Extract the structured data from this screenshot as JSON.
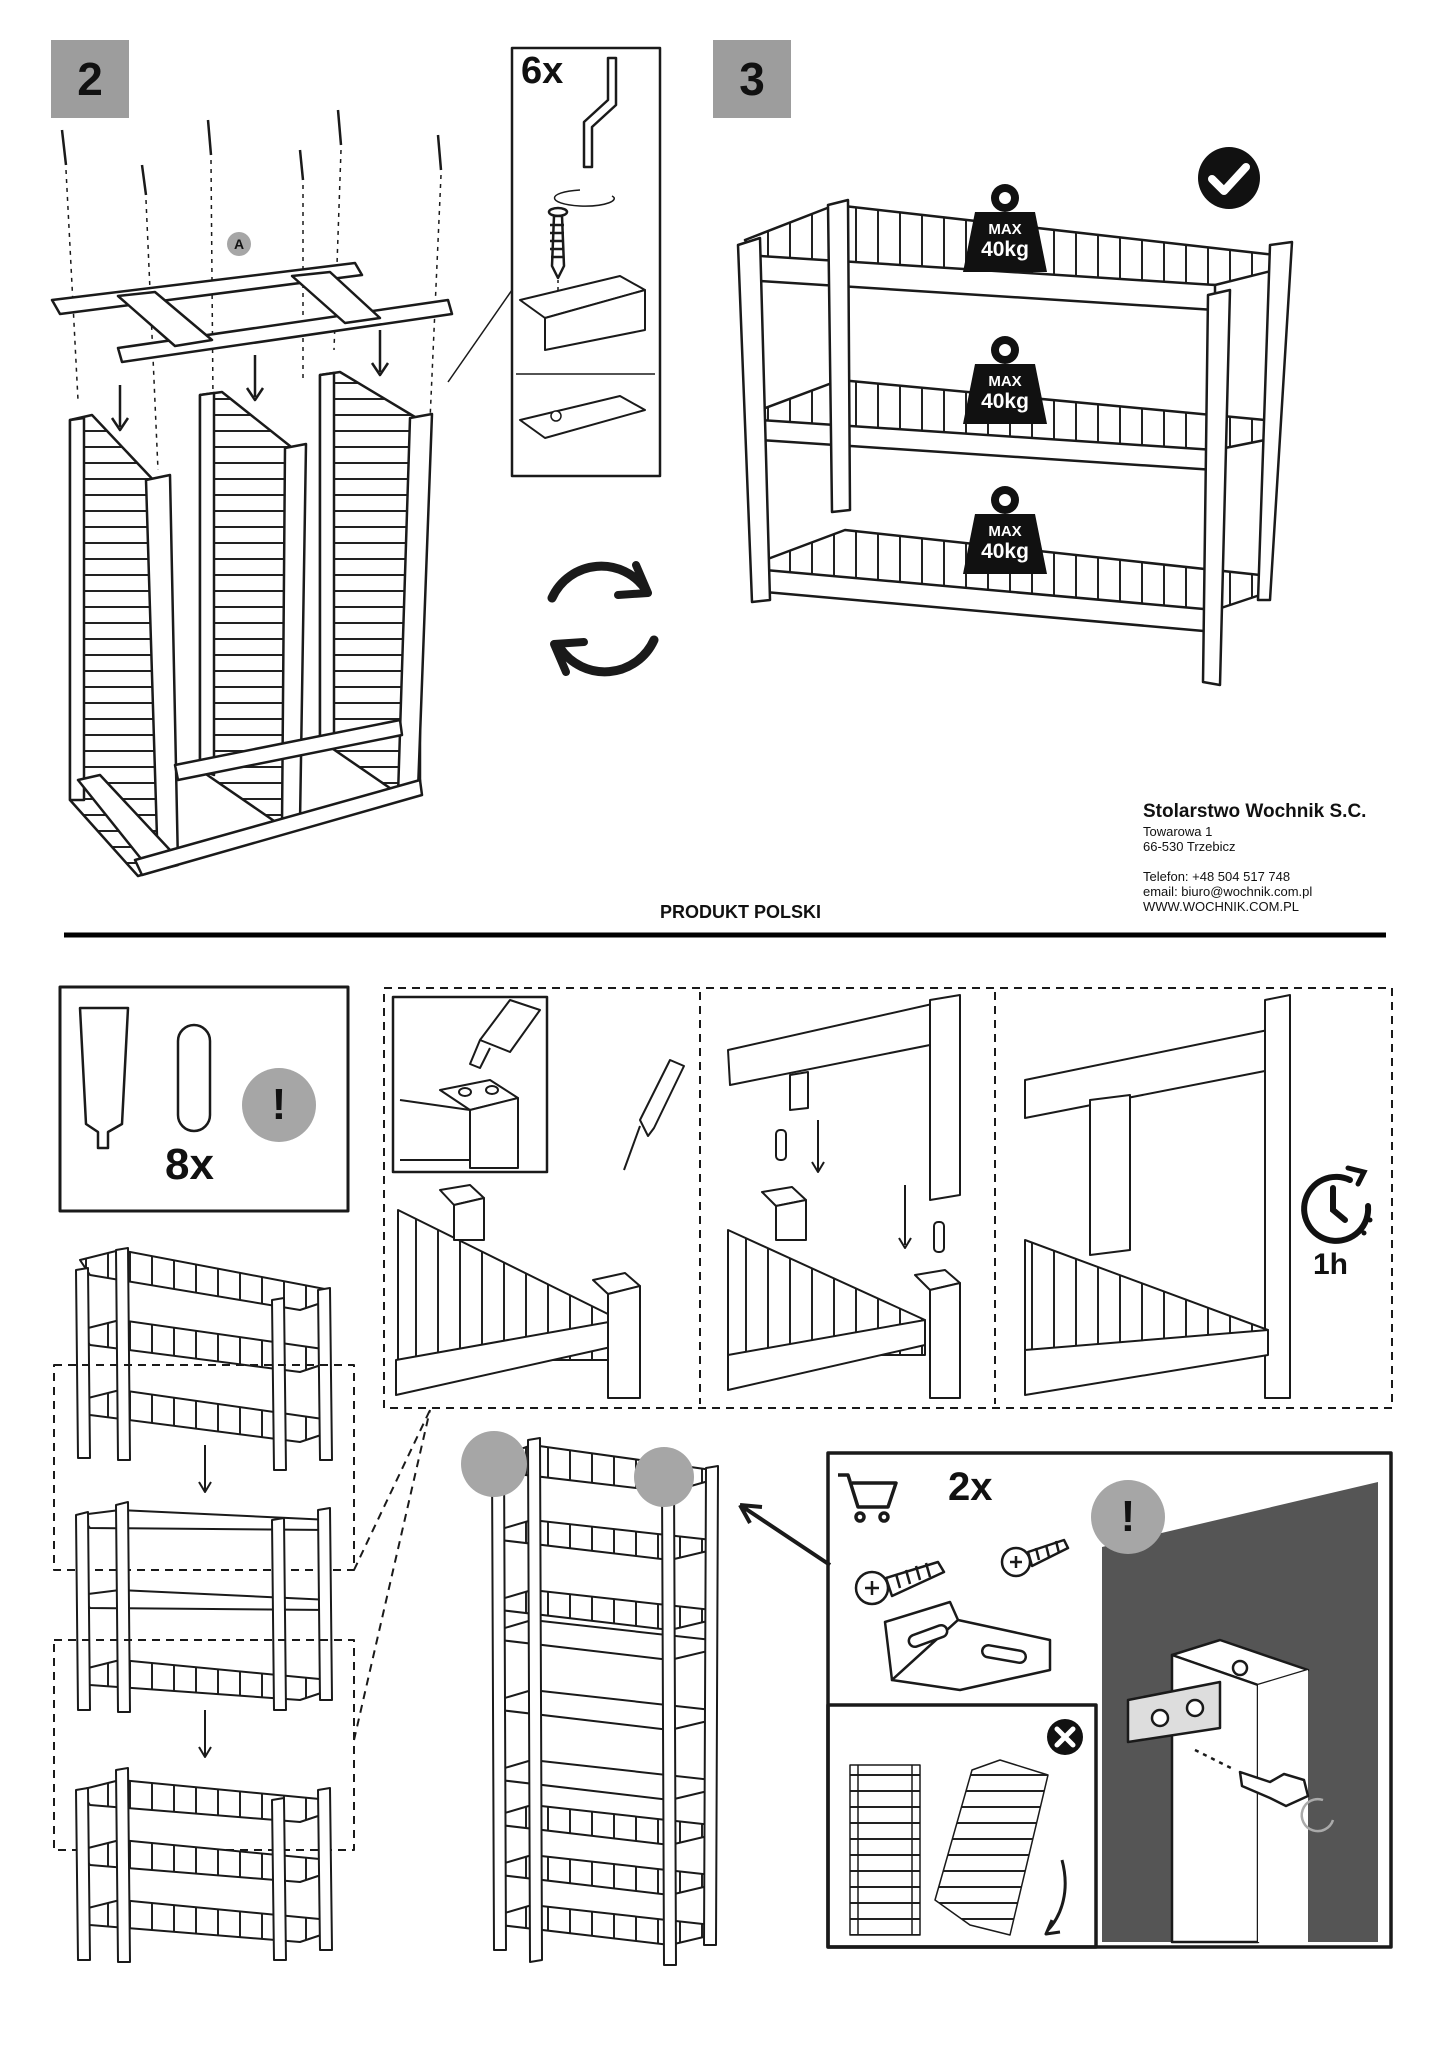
{
  "steps": {
    "step2": "2",
    "step3": "3"
  },
  "screw_box": {
    "quantity": "6x"
  },
  "label_a": "A",
  "shelf_weights": [
    {
      "max": "MAX",
      "load": "40kg"
    },
    {
      "max": "MAX",
      "load": "40kg"
    },
    {
      "max": "MAX",
      "load": "40kg"
    }
  ],
  "company": {
    "name": "Stolarstwo Wochnik S.C.",
    "street": "Towarowa 1",
    "city": "66-530 Trzebicz",
    "phone": "Telefon: +48 504 517 748",
    "email": "email: biuro@wochnik.com.pl",
    "web": "WWW.WOCHNIK.COM.PL"
  },
  "made_in": "PRODUKT POLSKI",
  "dowel_box": {
    "quantity": "8x",
    "warning": "!"
  },
  "drying_time": "1h",
  "bracket_box": {
    "quantity": "2x",
    "warning": "!"
  },
  "icons": [
    "check-circle-icon",
    "rotate-arrows-icon",
    "clock-icon",
    "cart-icon",
    "x-circle-icon",
    "warning-icon",
    "weight-icon"
  ],
  "colors": {
    "step_box": "#9d9d9d",
    "badge": "#a6a6a6",
    "wall": "#555555",
    "ink": "#111111"
  }
}
